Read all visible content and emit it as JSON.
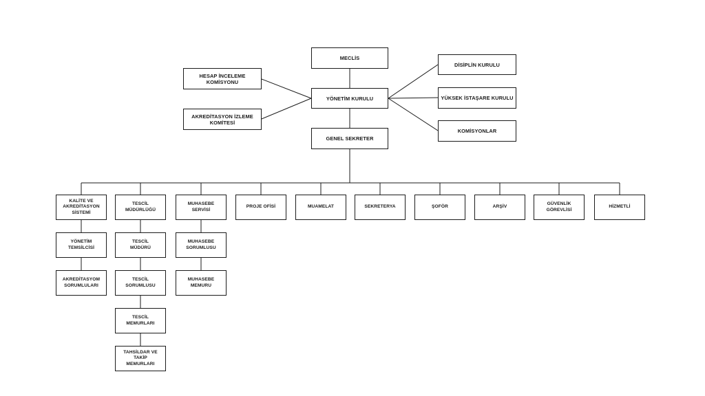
{
  "nodes": {
    "meclis": "MECLİS",
    "hesap": "HESAP İNCELEME\nKOMİSYONU",
    "akreditasyon_izleme": "AKREDİTASYON İZLEME\nKOMİTESİ",
    "yonetim_kurulu": "YÖNETİM KURULU",
    "disiplin": "DİSİPLİN KURULU",
    "yuksek_istisare": "YÜKSEK İSTAŞARE KURULU",
    "komisyonlar": "KOMİSYONLAR",
    "genel_sekreter": "GENEL SEKRETER",
    "kalite": "KALİTE VE\nAKREDİTASYON\nSİSTEMİ",
    "yonetim_temsilcisi": "YÖNETİM\nTEMSİLCİSİ",
    "akreditasyon_sorumlulari": "AKREDİTASYOM\nSORUMLULARI",
    "tescil_mudurlugu": "TESCİL\nMÜDÜRLÜĞÜ",
    "tescil_muduru": "TESCİL\nMÜDÜRÜ",
    "tescil_sorumlusu": "TESCİL\nSORUMLUSU",
    "tescil_memurlari": "TESCİL\nMEMURLARI",
    "tahsildar": "TAHSİLDAR VE\nTAKİP\nMEMURLARI",
    "muhasebe_servisi": "MUHASEBE\nSERVİSİ",
    "muhasebe_sorumlusu": "MUHASEBE\nSORUMLUSU",
    "muhasebe_memuru": "MUHASEBE\nMEMURU",
    "proje_ofisi": "PROJE OFİSİ",
    "muamelat": "MUAMELAT",
    "sekreterya": "SEKRETERYA",
    "sofor": "ŞOFÖR",
    "arsiv": "ARŞİV",
    "guvenlik": "GÜVENLİK\nGÖREVLİSİ",
    "hizmetli": "HİZMETLİ"
  }
}
